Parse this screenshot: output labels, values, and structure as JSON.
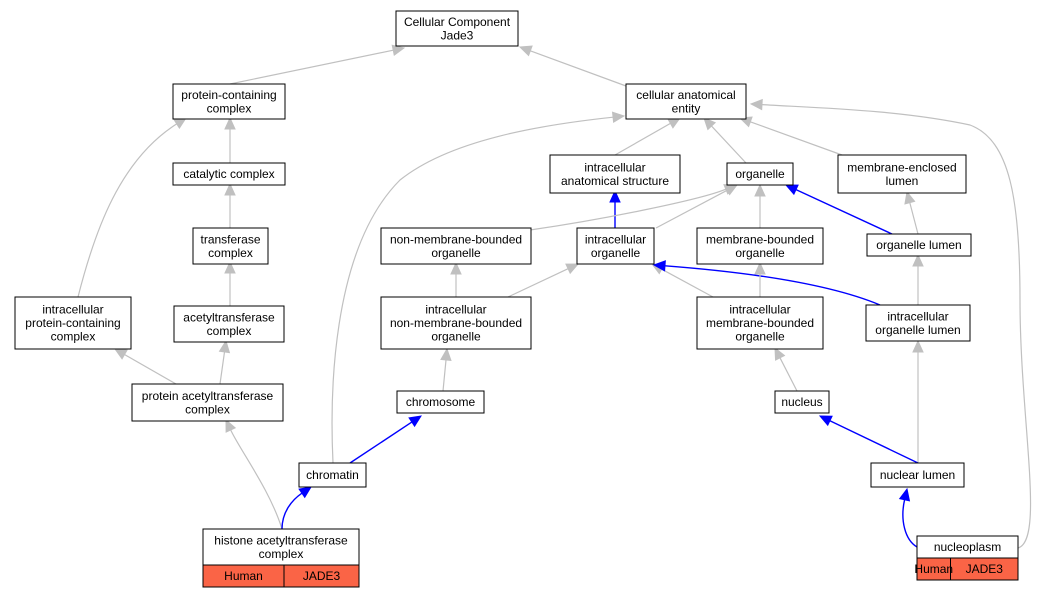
{
  "diagram": {
    "nodes": {
      "cellular_component": [
        "Cellular Component",
        "Jade3"
      ],
      "protein_containing_complex": [
        "protein-containing",
        "complex"
      ],
      "cellular_anatomical_entity": [
        "cellular anatomical",
        "entity"
      ],
      "catalytic_complex": [
        "catalytic complex"
      ],
      "intracellular_anatomical_structure": [
        "intracellular",
        "anatomical structure"
      ],
      "organelle": [
        "organelle"
      ],
      "membrane_enclosed_lumen": [
        "membrane-enclosed",
        "lumen"
      ],
      "transferase_complex": [
        "transferase",
        "complex"
      ],
      "non_membrane_bounded_organelle": [
        "non-membrane-bounded",
        "organelle"
      ],
      "intracellular_organelle": [
        "intracellular",
        "organelle"
      ],
      "membrane_bounded_organelle": [
        "membrane-bounded",
        "organelle"
      ],
      "organelle_lumen": [
        "organelle lumen"
      ],
      "intracellular_protein_containing_complex": [
        "intracellular",
        "protein-containing",
        "complex"
      ],
      "acetyltransferase_complex": [
        "acetyltransferase",
        "complex"
      ],
      "intracellular_non_membrane_bounded_organelle": [
        "intracellular",
        "non-membrane-bounded",
        "organelle"
      ],
      "intracellular_membrane_bounded_organelle": [
        "intracellular",
        "membrane-bounded",
        "organelle"
      ],
      "intracellular_organelle_lumen": [
        "intracellular",
        "organelle lumen"
      ],
      "protein_acetyltransferase_complex": [
        "protein acetyltransferase",
        "complex"
      ],
      "chromosome": [
        "chromosome"
      ],
      "nucleus": [
        "nucleus"
      ],
      "chromatin": [
        "chromatin"
      ],
      "nuclear_lumen": [
        "nuclear lumen"
      ],
      "histone_acetyltransferase_complex": [
        "histone acetyltransferase",
        "complex"
      ],
      "nucleoplasm": [
        "nucleoplasm"
      ]
    },
    "annotations": {
      "histone_acetyltransferase_complex": [
        "Human",
        "JADE3"
      ],
      "nucleoplasm": [
        "Human",
        "JADE3"
      ]
    },
    "colors": {
      "is_a_edge": "#c0c0c0",
      "part_of_edge": "#0000ff",
      "annotation_fill": "#fa6446",
      "node_border": "#000000"
    }
  }
}
